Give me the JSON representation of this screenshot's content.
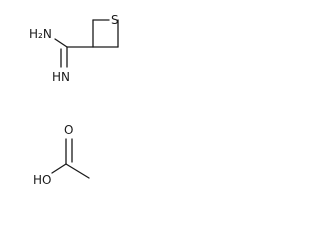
{
  "molecule_top": {
    "ring_heteroatom": "S",
    "amine_label": "H₂N",
    "imine_label": "HN"
  },
  "molecule_bottom": {
    "hydroxyl_label": "HO",
    "carbonyl_oxygen_label": "O"
  },
  "colors": {
    "ink": "#1a1a1a",
    "background": "#ffffff"
  }
}
